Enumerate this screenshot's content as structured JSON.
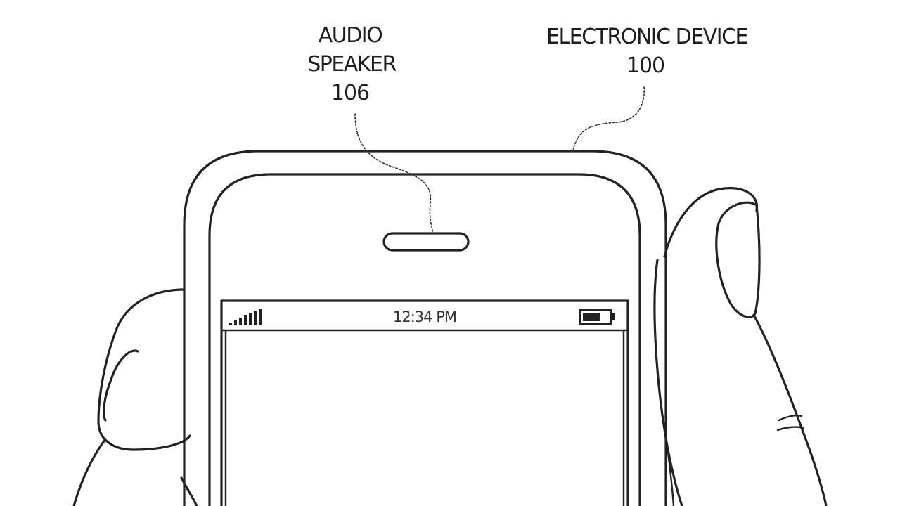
{
  "labels": {
    "audio_speaker": {
      "line1": "AUDIO",
      "line2": "SPEAKER",
      "ref": "106"
    },
    "electronic_device": {
      "line1": "ELECTRONIC DEVICE",
      "ref": "100"
    }
  },
  "status_bar": {
    "time": "12:34 PM",
    "signal_icon": "signal-bars-icon",
    "battery_icon": "battery-icon"
  },
  "colors": {
    "line": "#222222",
    "background": "#ffffff"
  }
}
